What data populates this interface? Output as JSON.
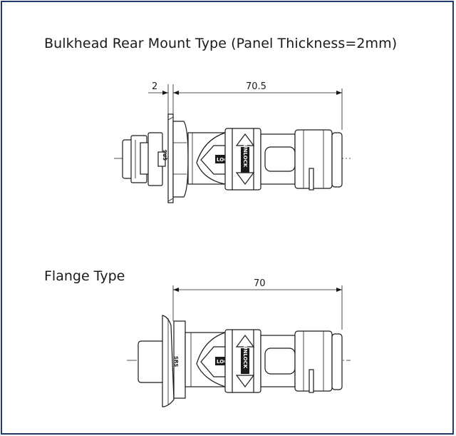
{
  "section1": {
    "title": "Bulkhead Rear Mount Type (Panel Thickness=2mm)",
    "dim_panel": "2",
    "dim_length": "70.5",
    "lock_label": "LOCK",
    "unlock_label": "UNLOCK",
    "side_mark": "SRS"
  },
  "section2": {
    "title": "Flange Type",
    "dim_length": "70",
    "lock_label": "LOCK",
    "unlock_label": "UNLOCK",
    "side_mark": "SRS"
  },
  "colors": {
    "border": "#1f3b6e",
    "ink": "#1a1a1a"
  }
}
